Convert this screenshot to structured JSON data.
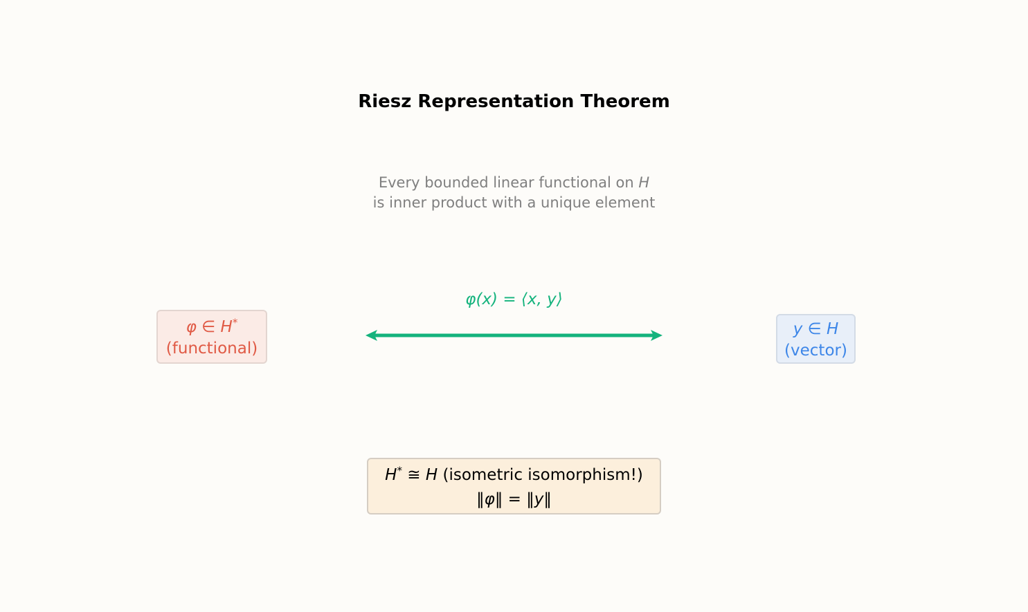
{
  "title": "Riesz Representation Theorem",
  "subtitle": {
    "line1_prefix": "Every bounded linear functional on ",
    "line1_symbol": "H",
    "line2": "is inner product with a unique element"
  },
  "left_node": {
    "math_main": "φ ∈ H",
    "math_sup": "*",
    "label": "(functional)"
  },
  "right_node": {
    "math": "y ∈ H",
    "label": "(vector)"
  },
  "relation": {
    "formula": "φ(x) = ⟨x, y⟩"
  },
  "summary": {
    "line1_math_main": "H",
    "line1_math_sup": "*",
    "line1_math_rest": " ≅ H",
    "line1_text": " (isometric isomorphism!)",
    "line2": "‖φ‖ = ‖y‖"
  },
  "colors": {
    "functional": "#e05a45",
    "vector": "#3d86e8",
    "relation": "#14b37d",
    "subtitle": "#7f7f7f"
  }
}
